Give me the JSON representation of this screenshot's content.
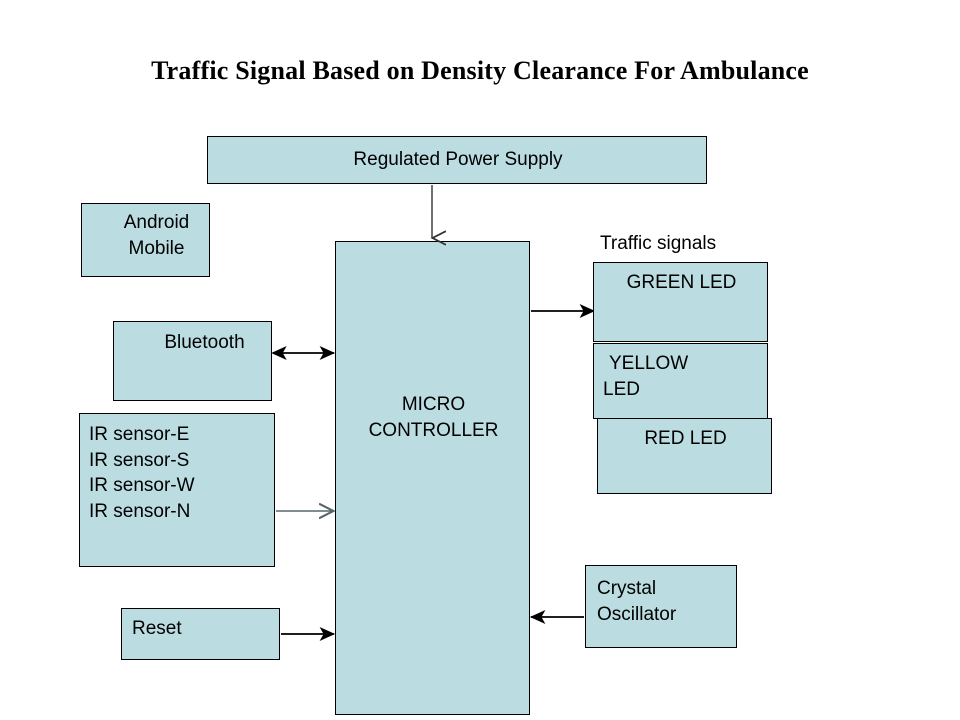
{
  "title": "Traffic Signal Based on Density Clearance For Ambulance",
  "labels": {
    "traffic_signals": "Traffic signals"
  },
  "blocks": {
    "power_supply": "Regulated Power Supply",
    "android_mobile": "Android\nMobile",
    "bluetooth": "Bluetooth",
    "ir_sensors": "IR sensor-E\nIR sensor-S\nIR sensor-W\nIR sensor-N",
    "reset": "Reset",
    "microcontroller": "MICRO\nCONTROLLER",
    "green_led": "GREEN LED",
    "yellow_led_line1": "YELLOW",
    "yellow_led_line2": "LED",
    "red_led": "RED LED",
    "crystal_oscillator": "Crystal\nOscillator"
  },
  "connectors": [
    {
      "name": "power-to-mcu",
      "from": "Regulated Power Supply",
      "to": "MICRO CONTROLLER",
      "direction": "down",
      "arrowheads": "single",
      "color": "#333333"
    },
    {
      "name": "bluetooth-to-mcu",
      "from": "Bluetooth",
      "to": "MICRO CONTROLLER",
      "direction": "horizontal",
      "arrowheads": "double",
      "color": "#000000"
    },
    {
      "name": "ir-sensors-to-mcu",
      "from": "IR sensors",
      "to": "MICRO CONTROLLER",
      "direction": "right",
      "arrowheads": "single",
      "color": "#55666b"
    },
    {
      "name": "reset-to-mcu",
      "from": "Reset",
      "to": "MICRO CONTROLLER",
      "direction": "right",
      "arrowheads": "single",
      "color": "#000000"
    },
    {
      "name": "mcu-to-traffic-signals",
      "from": "MICRO CONTROLLER",
      "to": "GREEN LED",
      "direction": "right",
      "arrowheads": "single",
      "color": "#000000"
    },
    {
      "name": "crystal-to-mcu",
      "from": "Crystal Oscillator",
      "to": "MICRO CONTROLLER",
      "direction": "left",
      "arrowheads": "single",
      "color": "#000000"
    }
  ],
  "style": {
    "block_fill": "#bbdde1",
    "block_border": "#000000",
    "background": "#ffffff",
    "text_color": "#000000"
  }
}
